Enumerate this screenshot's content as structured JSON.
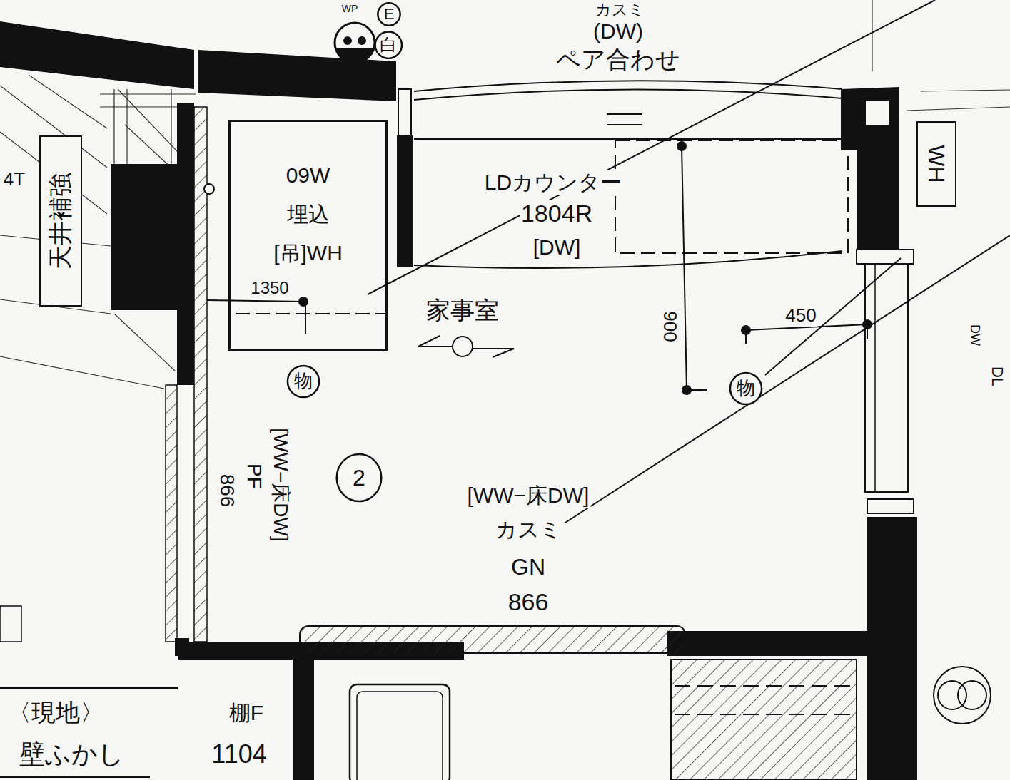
{
  "diagram": {
    "nodes": [
      {
        "text": [
          "E"
        ]
      },
      {
        "text": [
          "白"
        ]
      },
      {
        "text": [
          "09W",
          "埋込",
          "[吊]WH"
        ]
      },
      {
        "text": [
          "天井補強"
        ]
      },
      {
        "text": [
          "WH"
        ]
      },
      {
        "text": [
          "物"
        ]
      },
      {
        "text": [
          "物"
        ]
      },
      {
        "text": [
          "2"
        ]
      }
    ],
    "labels": [
      "WP",
      "カスミ",
      "(DW)",
      "ペア合わせ",
      "4T",
      "LDカウンター",
      "1804R",
      "[DW]",
      "1350",
      "家事室",
      "900",
      "450",
      "DW",
      "DL",
      "866",
      "PF",
      "[WW−床DW]",
      "[WW−床DW]",
      "カスミ",
      "GN",
      "866",
      "〈現地〉",
      "棚F",
      "壁ふかし",
      "1104"
    ]
  }
}
